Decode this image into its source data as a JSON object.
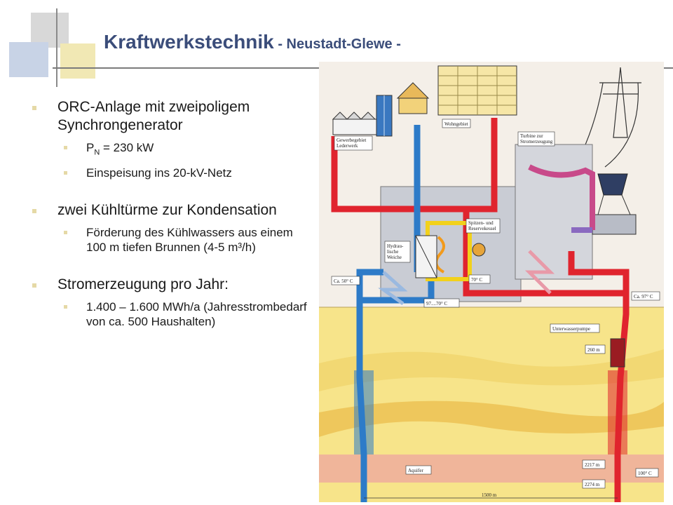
{
  "slide": {
    "title_main": "Kraftwerkstechnik",
    "title_sub": " - Neustadt-Glewe -"
  },
  "bullets": [
    {
      "text": "ORC-Anlage mit zweipoligem Synchrongenerator",
      "sub": [
        {
          "pre": "P",
          "subscript": "N",
          "post": " = 230 kW"
        },
        {
          "pre": "Einspeisung ins 20-kV-Netz",
          "subscript": "",
          "post": ""
        }
      ]
    },
    {
      "text": "zwei Kühltürme zur Kondensation",
      "sub": [
        {
          "pre": "Förderung des Kühlwassers aus einem 100 m tiefen Brunnen (4-5 m³/h)",
          "subscript": "",
          "post": ""
        }
      ]
    },
    {
      "text": "Stromerzeugung pro Jahr:",
      "sub": [
        {
          "pre": "1.400 – 1.600 MWh/a (Jahresstrombedarf von ca. 500 Haushalten)",
          "subscript": "",
          "post": ""
        }
      ]
    }
  ],
  "diagram": {
    "labels": {
      "gewerbe": "Gewerbegebiet",
      "gewerbe2": "Lederwerk",
      "wohn": "Wohngebiet",
      "turbine": "Turbine zur",
      "turbine2": "Stromerzeugung",
      "spitzen": "Spitzen- und",
      "spitzen2": "Reservekessel",
      "hydra": "Hydrau-",
      "hydra2": "lische",
      "hydra3": "Weiche",
      "t50": "Ca. 50° C",
      "t70": "70° C",
      "t9770": "97....70° C",
      "t97": "Ca. 97° C",
      "pumpe": "Unterwasserpumpe",
      "d260": "260 m",
      "d2217": "2217 m",
      "d2274": "2274 m",
      "t100": "100° C",
      "aquifer": "Aquifer",
      "dist": "1500 m"
    },
    "colors": {
      "hot": "#e0242e",
      "cold": "#2d7bc8",
      "boiler": "#f2d11b",
      "ground": "#f7e48a",
      "box": "#c9ccd4"
    }
  }
}
